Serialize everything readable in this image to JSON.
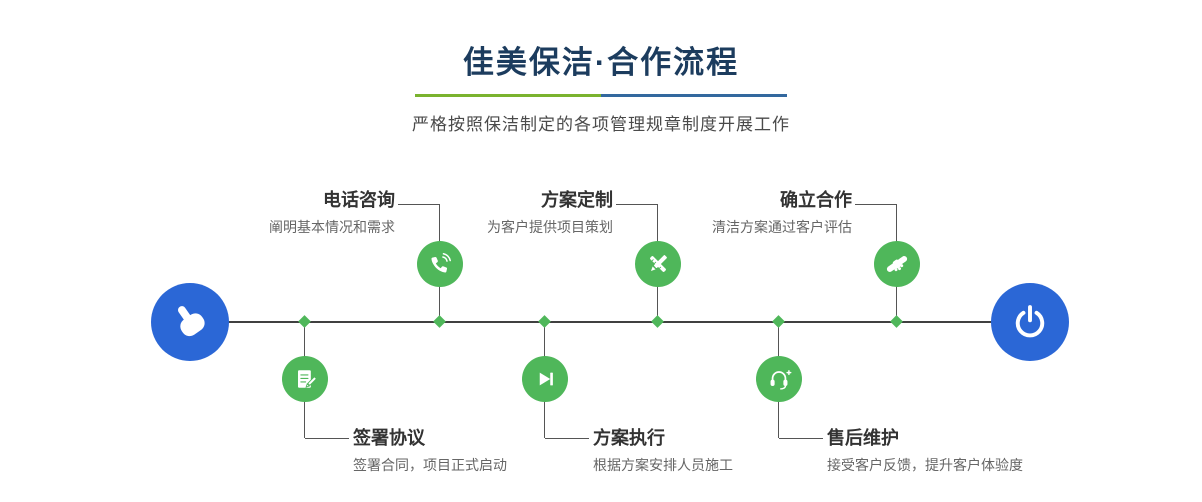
{
  "header": {
    "title": "佳美保洁·合作流程",
    "subtitle": "严格按照保洁制定的各项管理规章制度开展工作"
  },
  "colors": {
    "title_navy": "#1c3c5e",
    "accent_blue": "#2b67d6",
    "accent_green": "#4fb75a",
    "underline_green": "#7ab32e",
    "underline_blue": "#33689e",
    "line_dark": "#404040"
  },
  "timeline": {
    "start_icon": "pointing-hand-icon",
    "end_icon": "power-icon",
    "marker_icon": "diamond-marker"
  },
  "steps_top": [
    {
      "title": "电话咨询",
      "desc": "阐明基本情况和需求",
      "icon": "phone-icon"
    },
    {
      "title": "方案定制",
      "desc": "为客户提供项目策划",
      "icon": "design-tools-icon"
    },
    {
      "title": "确立合作",
      "desc": "清洁方案通过客户评估",
      "icon": "handshake-icon"
    }
  ],
  "steps_bottom": [
    {
      "title": "签署协议",
      "desc": "签署合同，项目正式启动",
      "icon": "contract-icon"
    },
    {
      "title": "方案执行",
      "desc": "根据方案安排人员施工",
      "icon": "execute-icon"
    },
    {
      "title": "售后维护",
      "desc": "接受客户反馈，提升客户体验度",
      "icon": "customer-service-icon"
    }
  ]
}
